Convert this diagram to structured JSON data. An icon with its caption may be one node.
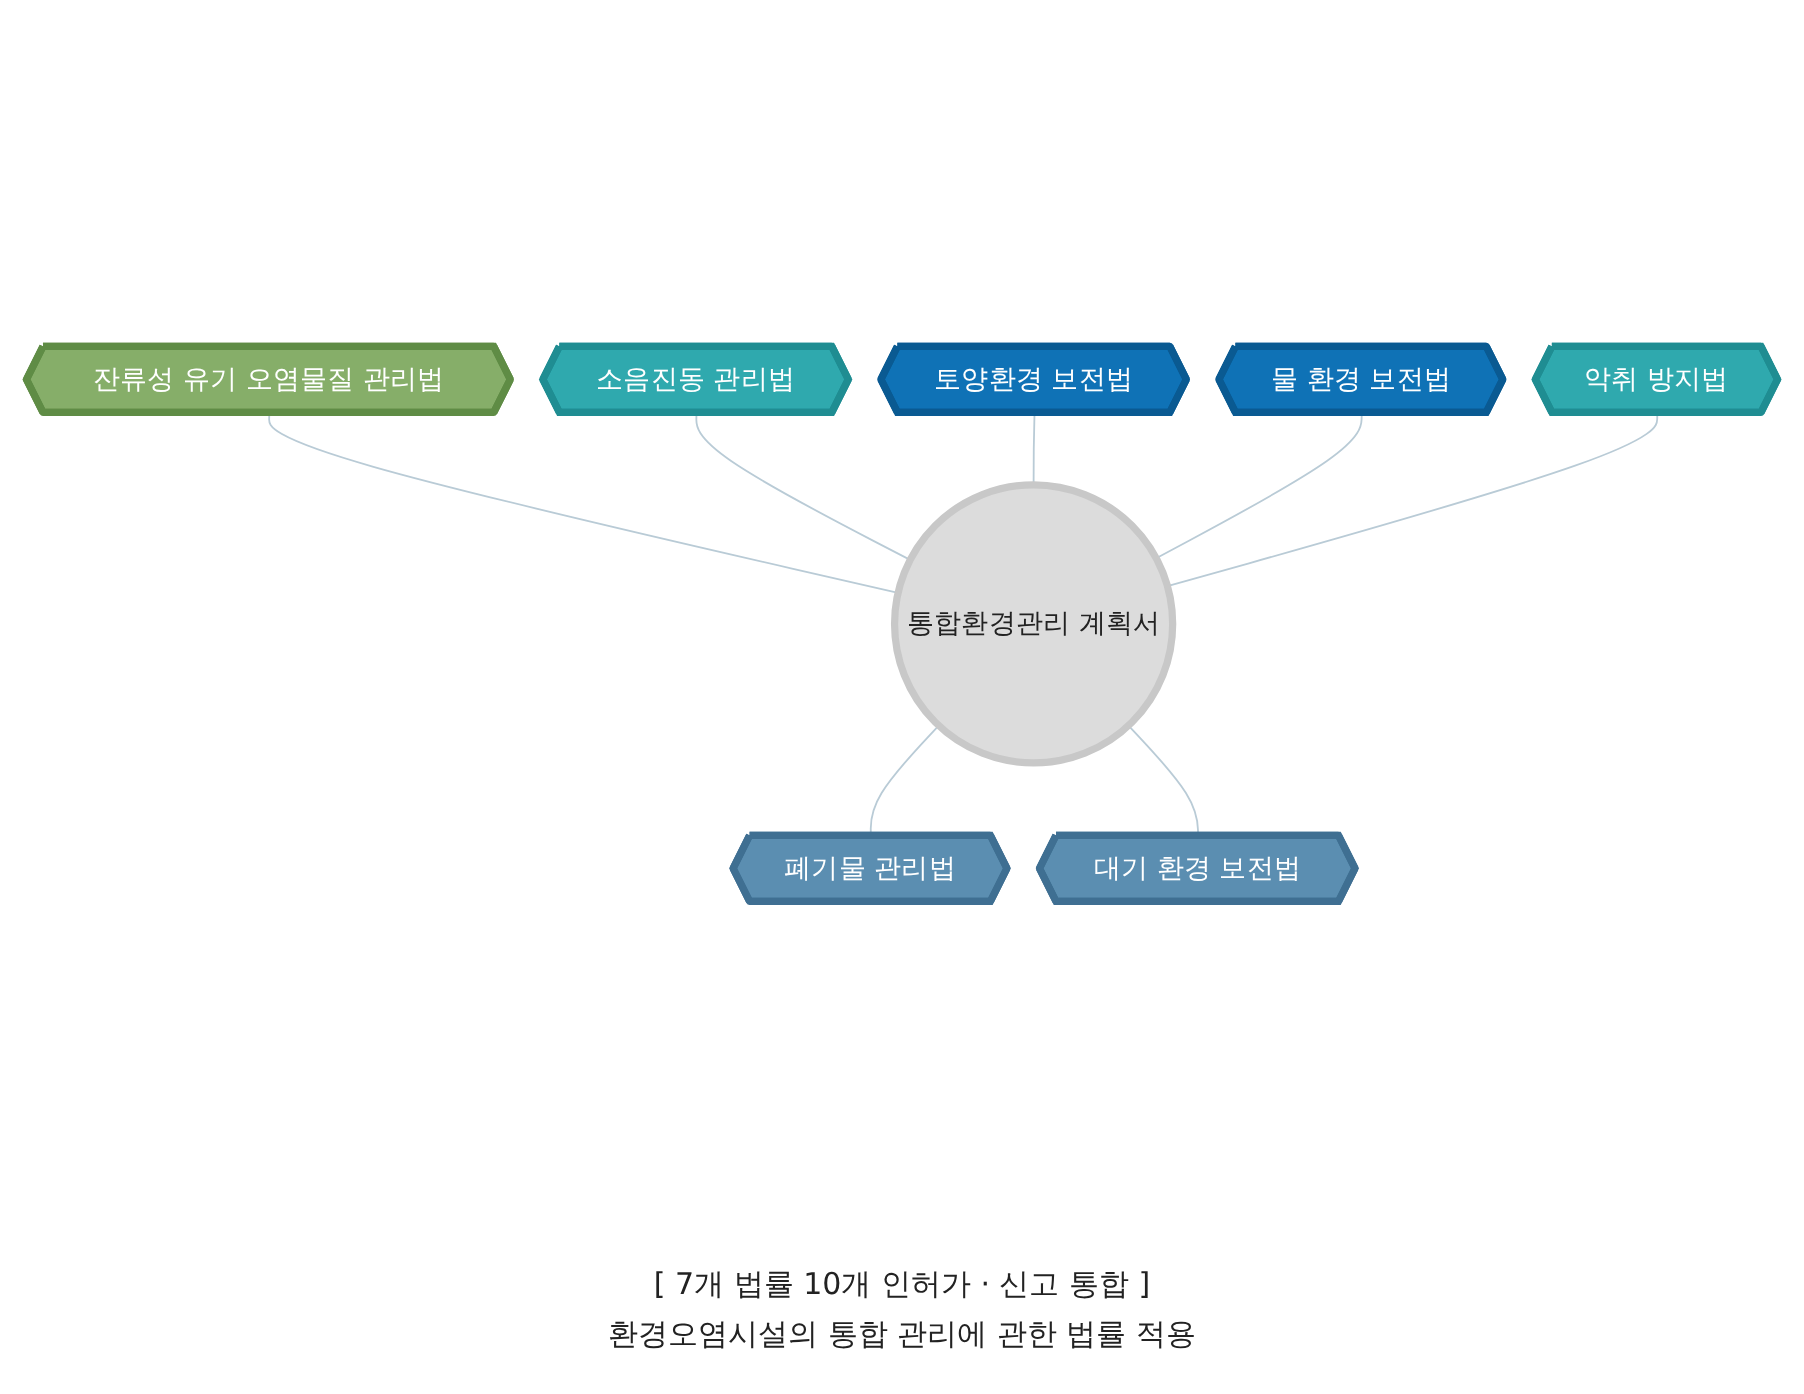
{
  "diagram": {
    "nodes": [
      {
        "text": [
          "통합환경관리 계획서"
        ]
      },
      {
        "text": [
          "잔류성 유기 오염물질 관리법"
        ]
      },
      {
        "text": [
          "소음진동 관리법"
        ]
      },
      {
        "text": [
          "토양환경 보전법"
        ]
      },
      {
        "text": [
          "폐기물 관리법"
        ]
      },
      {
        "text": [
          "대기 환경 보전법"
        ]
      },
      {
        "text": [
          "물 환경 보전법"
        ]
      },
      {
        "text": [
          "악취 방지법"
        ]
      }
    ],
    "edges": [
      {
        "from": 0,
        "to": 1,
        "arrow": "none"
      },
      {
        "from": 0,
        "to": 2,
        "arrow": "none"
      },
      {
        "from": 0,
        "to": 3,
        "arrow": "none"
      },
      {
        "from": 0,
        "to": 4,
        "arrow": "none"
      },
      {
        "from": 0,
        "to": 5,
        "arrow": "none"
      },
      {
        "from": 0,
        "to": 6,
        "arrow": "none"
      },
      {
        "from": 0,
        "to": 7,
        "arrow": "none"
      }
    ],
    "labels": [
      "[ 7개 법률 10개 인허가 · 신고 통합 ]",
      "환경오염시설의 통합 관리에 관한 법률 적용"
    ]
  }
}
